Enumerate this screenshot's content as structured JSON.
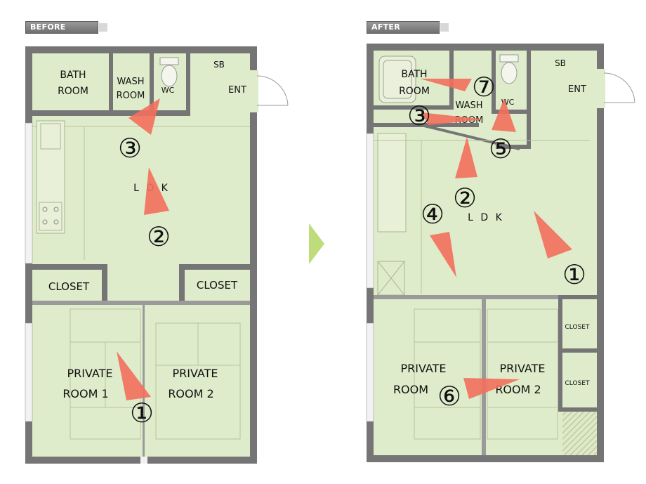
{
  "tags": {
    "before": "BEFORE",
    "after": "AFTER"
  },
  "before": {
    "rooms": {
      "bath_l1": "BATH",
      "bath_l2": "ROOM",
      "wash_l1": "WASH",
      "wash_l2": "ROOM",
      "wc": "WC",
      "sb": "SB",
      "ent": "ENT",
      "ldk": "L D K",
      "closet_left": "CLOSET",
      "closet_right": "CLOSET",
      "private1_l1": "PRIVATE",
      "private1_l2": "ROOM 1",
      "private2_l1": "PRIVATE",
      "private2_l2": "ROOM 2"
    },
    "markers": {
      "m1": "①",
      "m2": "②",
      "m3": "③"
    }
  },
  "after": {
    "rooms": {
      "bath_l1": "BATH",
      "bath_l2": "ROOM",
      "wash_l1": "WASH",
      "wash_l2": "ROOM",
      "wc": "WC",
      "sb": "SB",
      "ent": "ENT",
      "ldk": "L D K",
      "closet_top": "CLOSET",
      "closet_bottom": "CLOSET",
      "private1_l1": "PRIVATE",
      "private1_l2": "ROOM",
      "private2_l1": "PRIVATE",
      "private2_l2": "ROOM 2"
    },
    "markers": {
      "m1": "①",
      "m2": "②",
      "m3": "③",
      "m4": "④",
      "m5": "⑤",
      "m6": "⑥",
      "m7": "⑦"
    }
  }
}
